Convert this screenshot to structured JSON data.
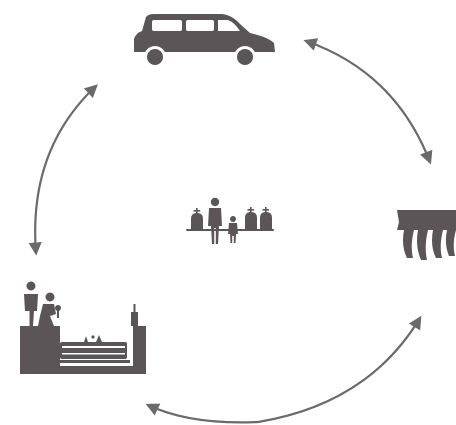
{
  "colors": {
    "icon_fill": "#5b5557",
    "arrow_stroke": "#6a6a6a",
    "background": "#ffffff"
  },
  "nodes": [
    {
      "id": "hearse",
      "icon": "hearse-icon"
    },
    {
      "id": "grave-digging",
      "icon": "gravedigger-icon"
    },
    {
      "id": "grave-visit",
      "icon": "cemetery-family-icon"
    },
    {
      "id": "bridge",
      "icon": "bridge-icon"
    }
  ],
  "edges": [
    {
      "from": "hearse",
      "to": "bridge",
      "bidirectional": true
    },
    {
      "from": "bridge",
      "to": "grave-digging",
      "bidirectional": true
    },
    {
      "from": "grave-digging",
      "to": "hearse",
      "bidirectional": true
    }
  ]
}
